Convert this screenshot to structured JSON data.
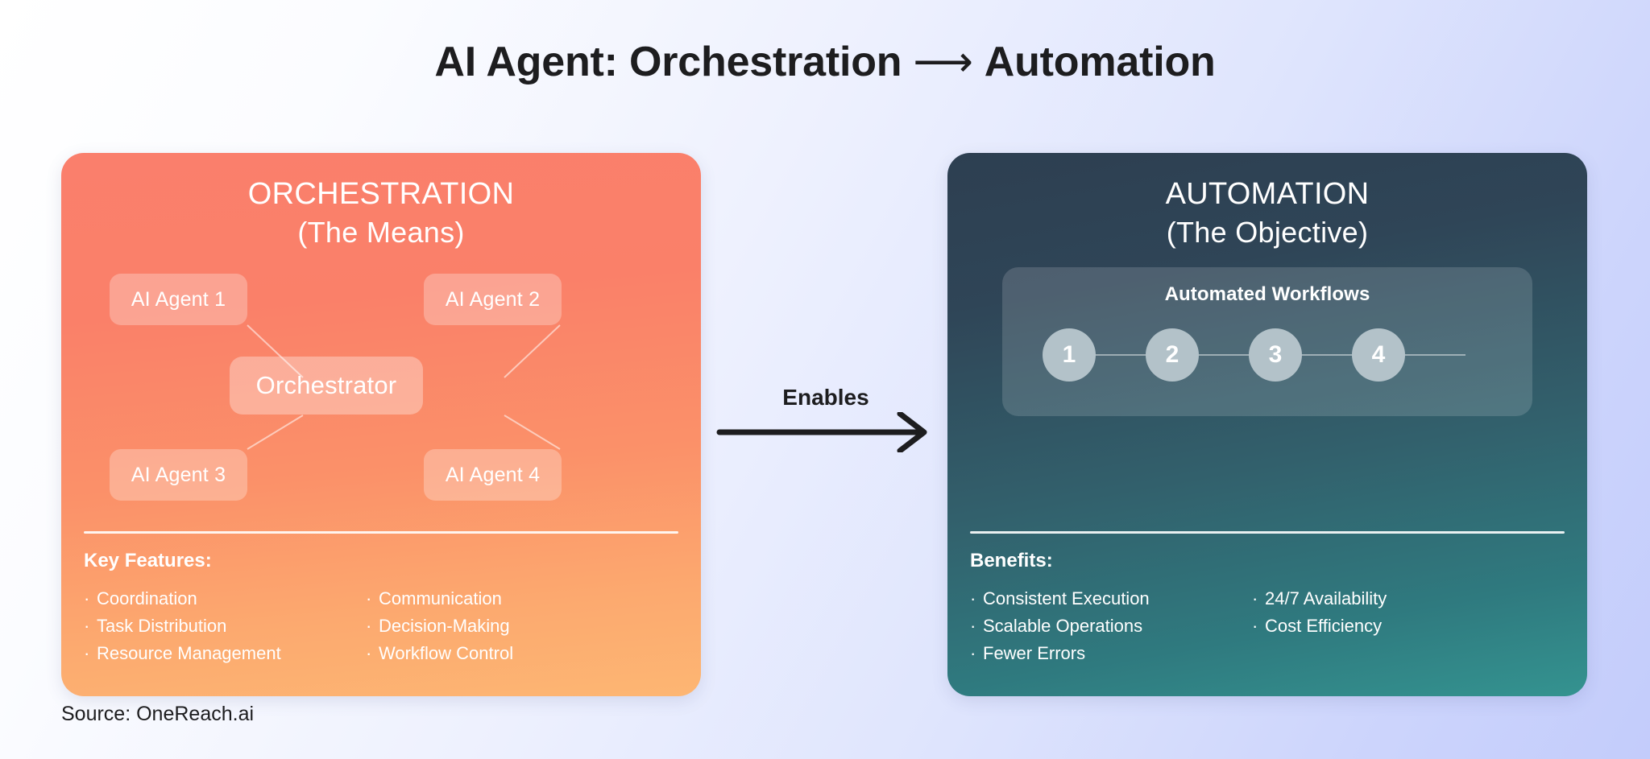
{
  "title": {
    "left": "AI Agent: Orchestration",
    "arrow": "⟶",
    "right": "Automation"
  },
  "connector": {
    "label": "Enables",
    "icon": "right-arrow-icon"
  },
  "source": "Source: OneReach.ai",
  "colors": {
    "orchestration_top": "#FA7F6C",
    "orchestration_bottom": "#FDB673",
    "automation_top": "#2D3F51",
    "automation_bottom": "#349390",
    "step_circle": "#B3C2C9",
    "text_dark": "#1D1D1F",
    "background_start": "#FFFFFF",
    "background_end": "#C3CCFB"
  },
  "orchestration": {
    "heading": "ORCHESTRATION",
    "subheading": "(The Means)",
    "nodes": {
      "agent1": "AI Agent 1",
      "agent2": "AI Agent 2",
      "agent3": "AI Agent 3",
      "agent4": "AI Agent 4",
      "center": "Orchestrator"
    },
    "list_heading": "Key Features:",
    "features_col1": [
      "Coordination",
      "Task Distribution",
      "Resource Management"
    ],
    "features_col2": [
      "Communication",
      "Decision-Making",
      "Workflow Control"
    ]
  },
  "automation": {
    "heading": "AUTOMATION",
    "subheading": "(The Objective)",
    "workflow_title": "Automated Workflows",
    "workflow_steps": [
      "1",
      "2",
      "3",
      "4"
    ],
    "list_heading": "Benefits:",
    "benefits_col1": [
      "Consistent Execution",
      "Scalable Operations",
      "Fewer Errors"
    ],
    "benefits_col2": [
      "24/7 Availability",
      "Cost Efficiency"
    ]
  },
  "bullet": "·"
}
